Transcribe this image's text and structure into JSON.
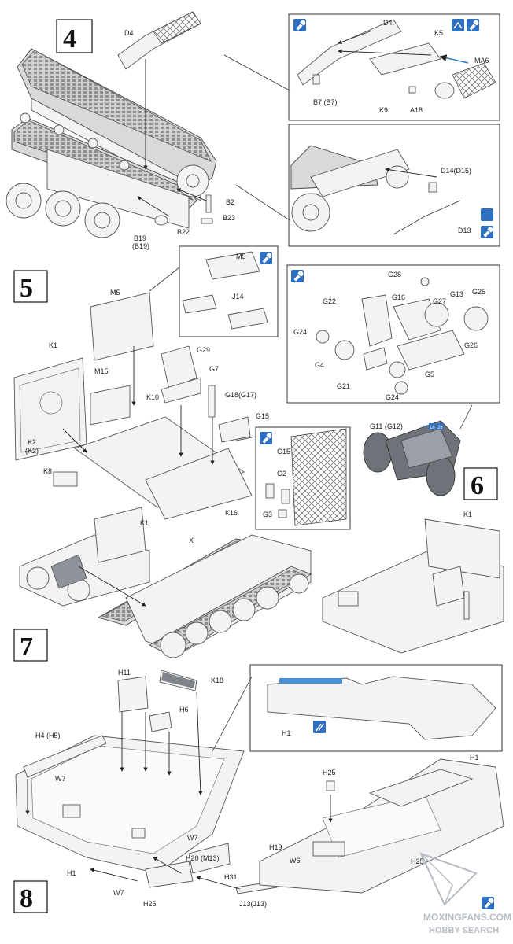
{
  "steps": {
    "s4": "4",
    "s5": "5",
    "s6": "6",
    "s7": "7",
    "s8": "8"
  },
  "step4": {
    "main_labels": [
      "D4",
      "B2",
      "B23",
      "B22",
      "B19",
      "(B19)"
    ],
    "detail_top": [
      "D4",
      "K5",
      "MA6",
      "B7 (B7)",
      "K9",
      "A18"
    ],
    "detail_bottom": [
      "D14(D15)",
      "D13"
    ]
  },
  "step5": {
    "labels": [
      "M5",
      "K1",
      "M15",
      "K10",
      "G29",
      "G7",
      "G18(G17)",
      "G15",
      "K2",
      "(K2)",
      "K8",
      "K16"
    ],
    "detail_top": [
      "M5",
      "J14"
    ],
    "detail_mesh": [
      "G15",
      "G2",
      "G3"
    ]
  },
  "step6": {
    "detail": [
      "G28",
      "G22",
      "G16",
      "G27",
      "G13",
      "G25",
      "G24",
      "G4",
      "G21",
      "G26",
      "G5",
      "G24"
    ],
    "main": [
      "G11 (G12)"
    ],
    "badge": [
      "H",
      "18",
      "28"
    ]
  },
  "step7": {
    "labels": [
      "K1",
      "X",
      "K1"
    ]
  },
  "step8": {
    "labels": [
      "H11",
      "K18",
      "H6",
      "H4 (H5)",
      "W7",
      "W7",
      "H20 (M13)",
      "H31",
      "J13(J13)",
      "H1",
      "W7",
      "H25"
    ],
    "detail": [
      "H1"
    ],
    "right": [
      "H25",
      "H1",
      "H19",
      "W6",
      "H25"
    ]
  },
  "watermark": {
    "line1": "MOXINGFANS.COM",
    "line2": "HOBBY SEARCH"
  },
  "colors": {
    "tool_icon": "#2f6fc0",
    "paint_stripe": "#4a90d9",
    "accent_arrow": "#2f7fd0"
  }
}
